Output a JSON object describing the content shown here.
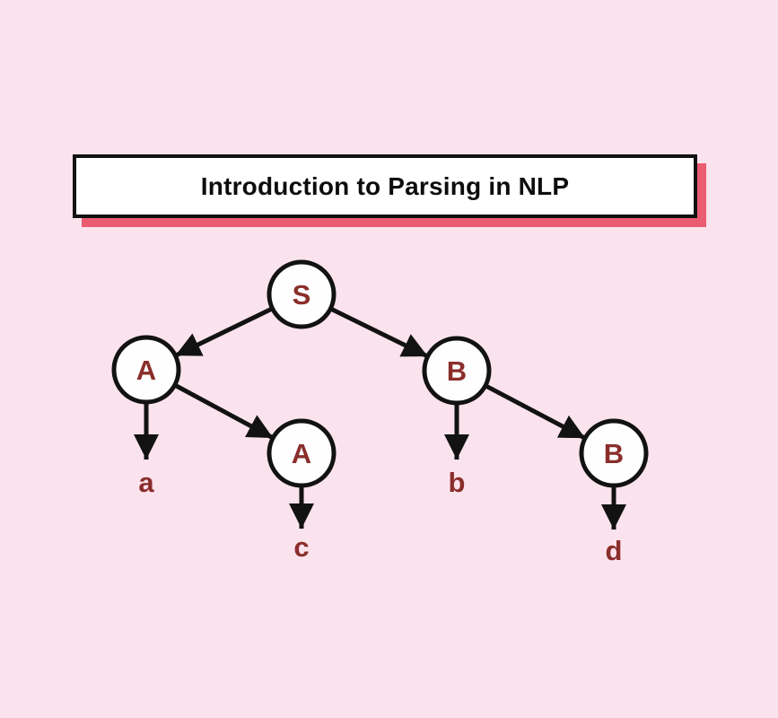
{
  "title": {
    "text": "Introduction to Parsing in NLP"
  },
  "colors": {
    "bg": "#FBE3ED",
    "stroke": "#121212",
    "label": "#8A2E2B",
    "node_fill": "#FEFEFE",
    "title_bg": "#FFFFFF",
    "title_shadow": "#EB5B72",
    "title_text": "#0D0D0D"
  },
  "tree": {
    "type": "parse-tree",
    "nodes": [
      {
        "id": "S",
        "label": "S"
      },
      {
        "id": "A1",
        "label": "A"
      },
      {
        "id": "B1",
        "label": "B"
      },
      {
        "id": "A2",
        "label": "A"
      },
      {
        "id": "B2",
        "label": "B"
      }
    ],
    "terminals": [
      {
        "id": "a",
        "label": "a"
      },
      {
        "id": "b",
        "label": "b"
      },
      {
        "id": "c",
        "label": "c"
      },
      {
        "id": "d",
        "label": "d"
      }
    ],
    "edges": [
      {
        "from": "S",
        "to": "A1"
      },
      {
        "from": "S",
        "to": "B1"
      },
      {
        "from": "A1",
        "to": "a"
      },
      {
        "from": "A1",
        "to": "A2"
      },
      {
        "from": "B1",
        "to": "b"
      },
      {
        "from": "B1",
        "to": "B2"
      },
      {
        "from": "A2",
        "to": "c"
      },
      {
        "from": "B2",
        "to": "d"
      }
    ]
  }
}
